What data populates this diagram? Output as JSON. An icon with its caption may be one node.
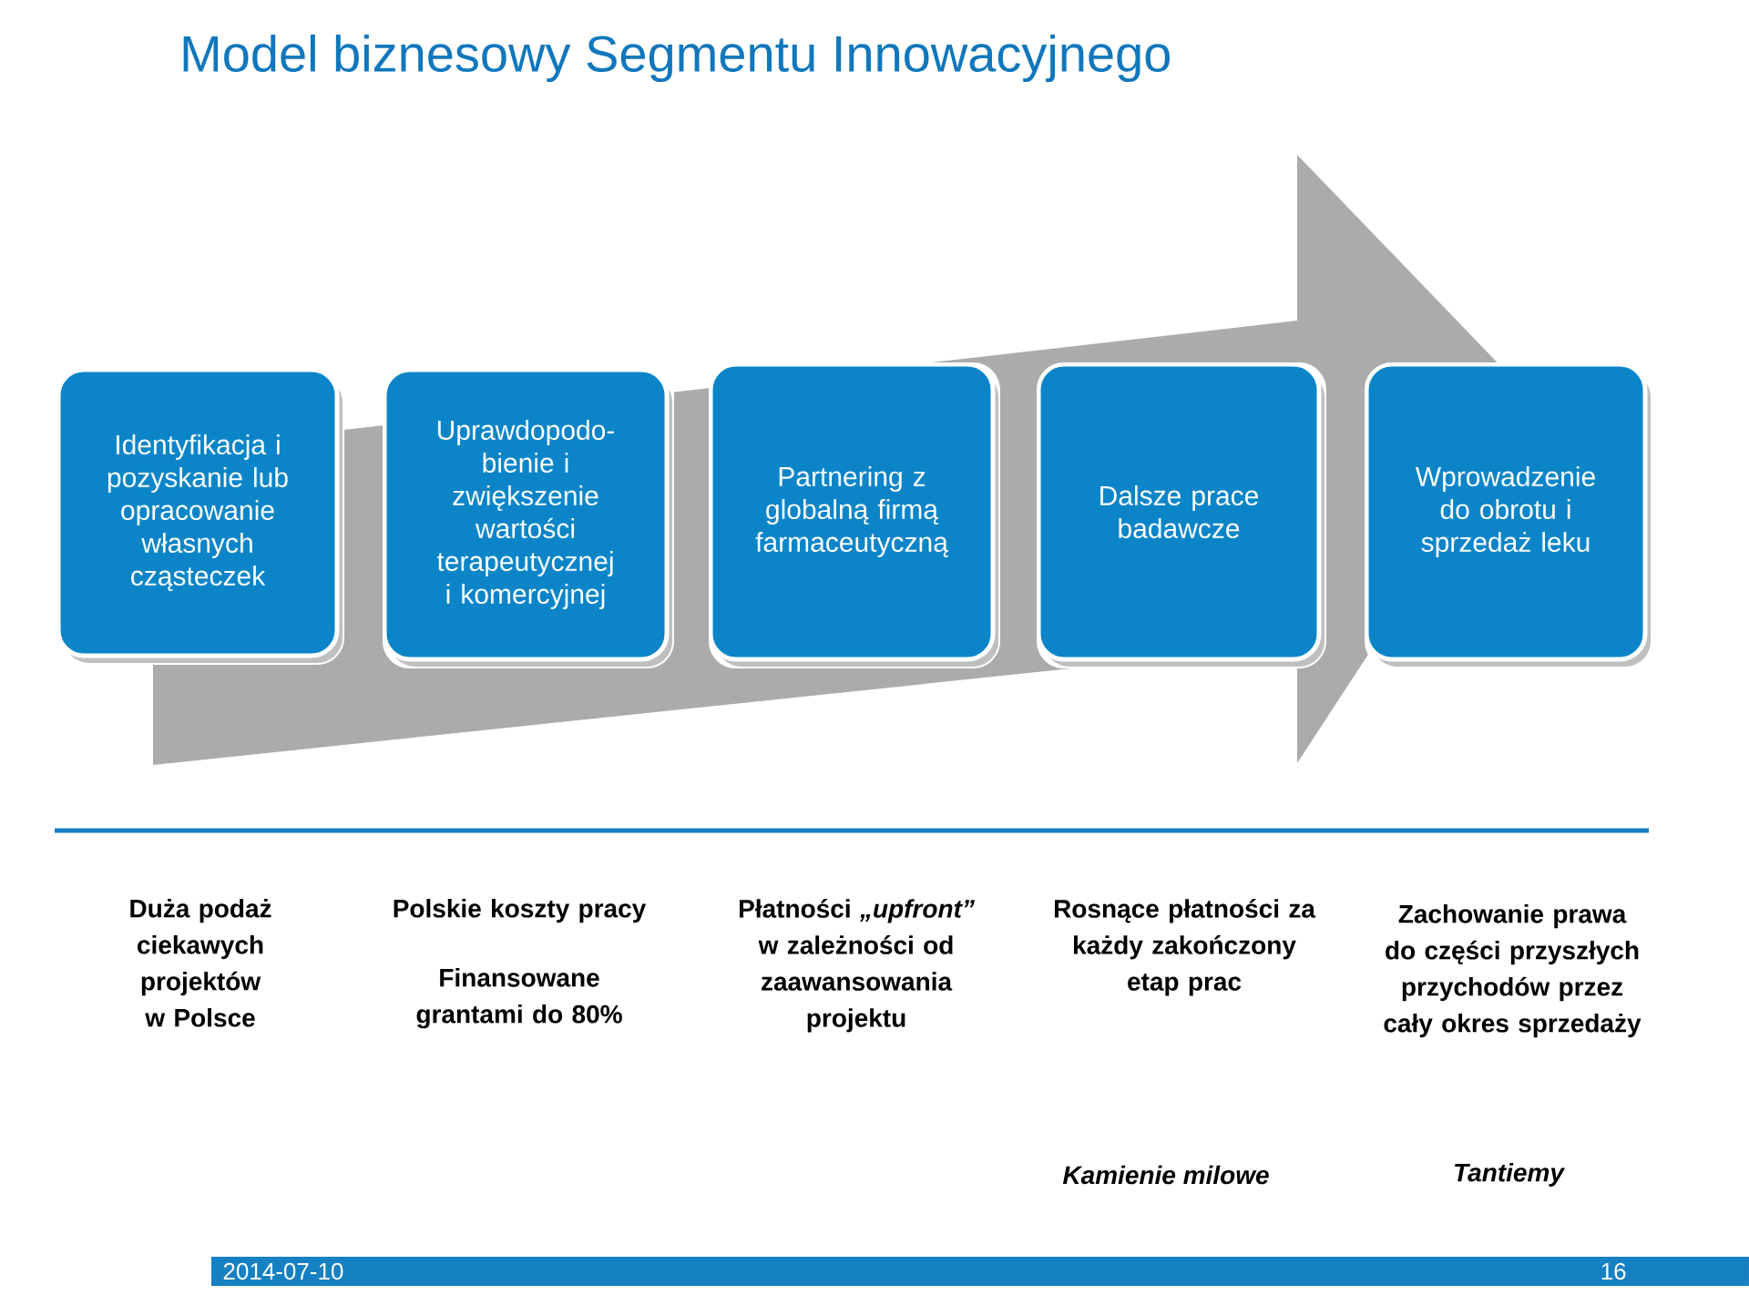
{
  "diagram": {
    "title": "Model biznesowy Segmentu Innowacyjnego",
    "nodes": [
      {
        "text": [
          "Identyfikacja i pozyskanie lub opracowanie własnych cząsteczek"
        ]
      },
      {
        "text": [
          "Uprawdopodo- bienie i zwiększenie wartości terapeutycznej i komercyjnej"
        ]
      },
      {
        "text": [
          "Partnering z globalną firmą farmaceutyczną"
        ]
      },
      {
        "text": [
          "Dalsze prace badawcze"
        ]
      },
      {
        "text": [
          "Wprowadzenie do obrotu i sprzedaż leku"
        ]
      }
    ],
    "edges": [
      {
        "from": 0,
        "to": 4,
        "arrow": "to"
      }
    ],
    "labels": [
      "Duża podaż ciekawych projektów w Polsce",
      "Polskie koszty pracy",
      "Finansowane grantami do 80%",
      "Płatności *„upfront”* w zależności od zaawansowania projektu",
      "Rosnące płatności za każdy zakończony etap prac",
      "Zachowanie prawa do części przyszłych przychodów przez cały okres sprzedaży",
      "Kamienie milowe",
      "Tantiemy",
      "2014-07-10",
      "16"
    ]
  }
}
